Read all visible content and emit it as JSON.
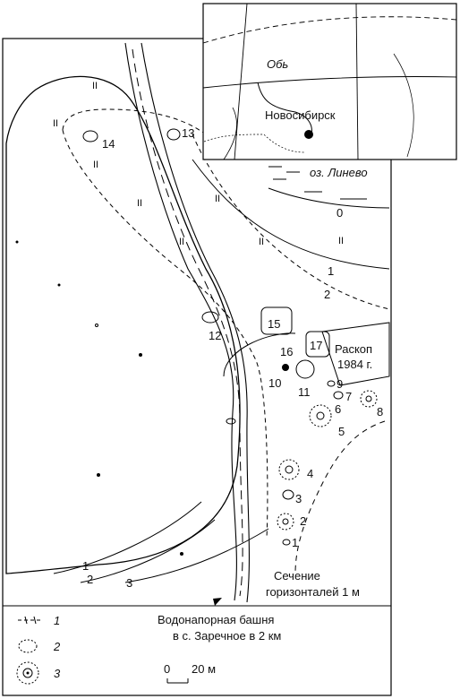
{
  "inset_map": {
    "river_label": "Обь",
    "city_label": "Новосибирск"
  },
  "main_map": {
    "lake_label": "оз. Линево",
    "excavation_label_line1": "Раскоп",
    "excavation_label_line2": "1984 г.",
    "contour_interval_line1": "Сечение",
    "contour_interval_line2": "горизонталей 1 м",
    "contour_labels": [
      "0",
      "1",
      "2",
      "1",
      "2",
      "3"
    ],
    "zone_marker": "II",
    "feature_numbers": [
      "1",
      "2",
      "3",
      "4",
      "5",
      "6",
      "7",
      "8",
      "9",
      "10",
      "11",
      "12",
      "13",
      "14",
      "15",
      "16",
      "17"
    ]
  },
  "tower_note": {
    "line1": "Водонапорная башня",
    "line2": "в с. Заречное в 2 км"
  },
  "legend": {
    "items": [
      {
        "num": "1",
        "symbol": "dashed-boundary-icon"
      },
      {
        "num": "2",
        "symbol": "depression-icon"
      },
      {
        "num": "3",
        "symbol": "mound-icon"
      }
    ]
  },
  "scale_bar": {
    "zero": "0",
    "length": "20 м"
  }
}
